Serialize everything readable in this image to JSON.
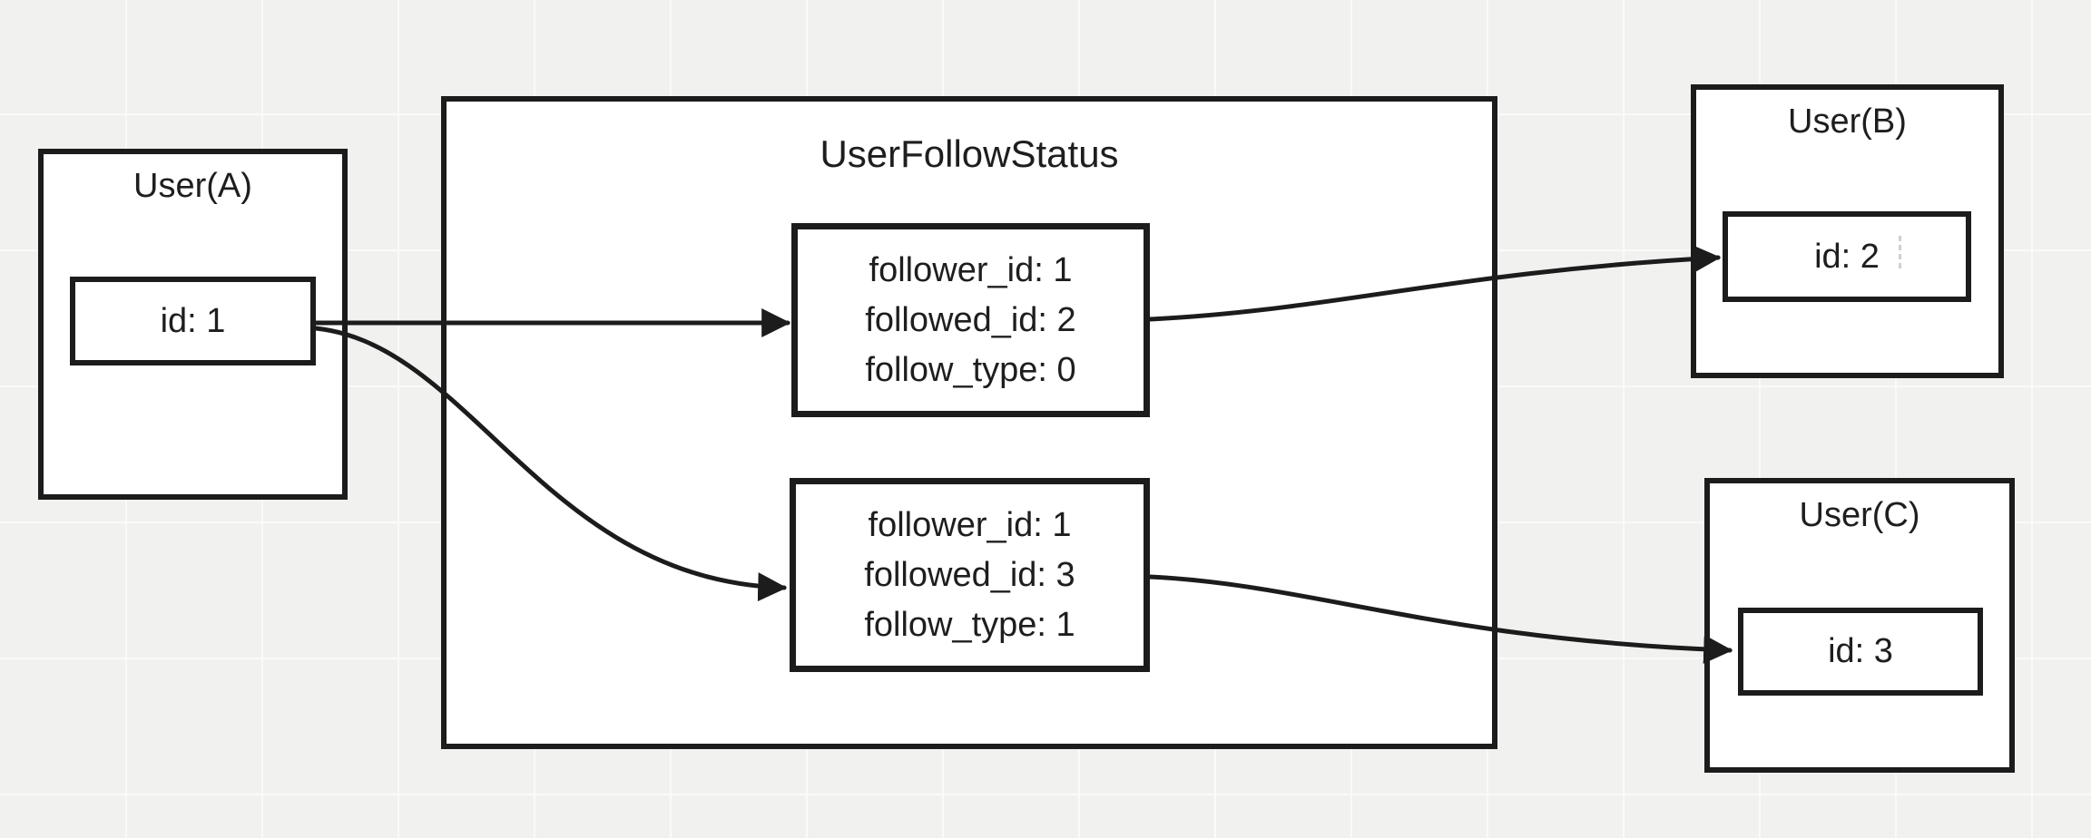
{
  "diagram": {
    "nodes": {
      "user_a": {
        "title": "User(A)",
        "field": "id: 1"
      },
      "user_follow_status": {
        "title": "UserFollowStatus",
        "records": [
          {
            "lines": [
              "follower_id: 1",
              "followed_id: 2",
              "follow_type: 0"
            ]
          },
          {
            "lines": [
              "follower_id: 1",
              "followed_id: 3",
              "follow_type: 1"
            ]
          }
        ]
      },
      "user_b": {
        "title": "User(B)",
        "field": "id: 2"
      },
      "user_c": {
        "title": "User(C)",
        "field": "id: 3"
      }
    },
    "connections": [
      {
        "from": "User(A) id: 1",
        "to": "UserFollowStatus record (followed_id: 2)"
      },
      {
        "from": "User(A) id: 1",
        "to": "UserFollowStatus record (followed_id: 3)"
      },
      {
        "from": "UserFollowStatus record (followed_id: 2)",
        "to": "User(B) id: 2"
      },
      {
        "from": "UserFollowStatus record (followed_id: 3)",
        "to": "User(C) id: 3"
      }
    ],
    "colors": {
      "background": "#f1f1f0",
      "grid_line": "#fafaf9",
      "stroke": "#1c1c1c",
      "text": "#1e1e1e",
      "node_fill": "#ffffff"
    }
  }
}
